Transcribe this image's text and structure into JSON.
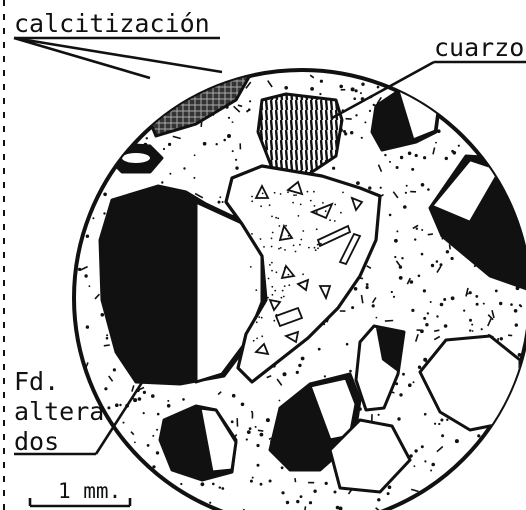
{
  "labels": {
    "calcitizacion": "calcitización",
    "cuarzo": "cuarzo",
    "fd_line1": "Fd.",
    "fd_line2": "altera",
    "fd_line3": "dos",
    "scale": "1 mm."
  },
  "colors": {
    "ink": "#111111",
    "paper": "#ffffff"
  }
}
